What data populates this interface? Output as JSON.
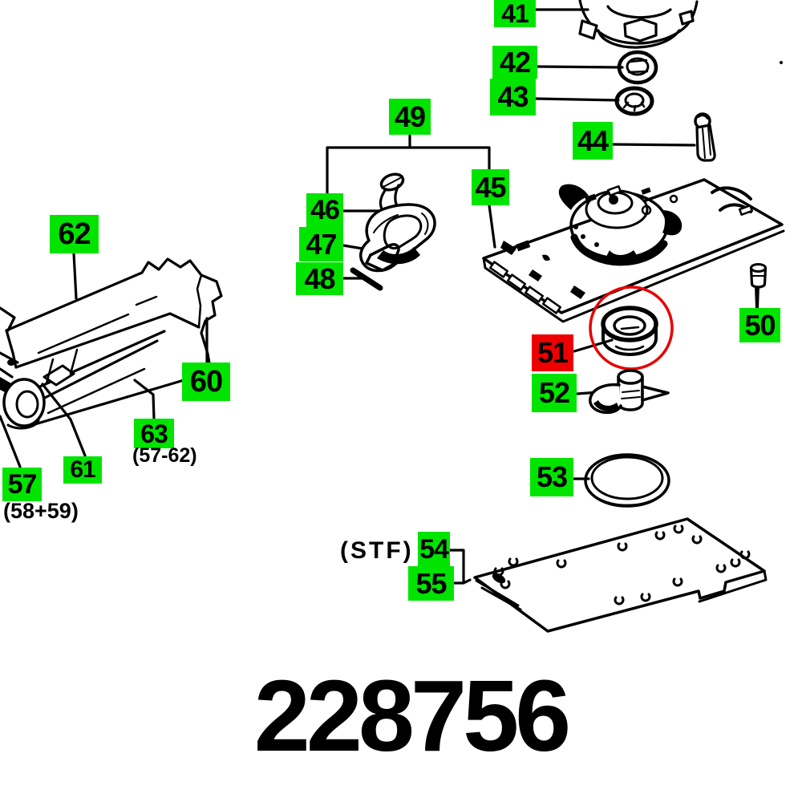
{
  "diagram": {
    "part_number": "228756",
    "highlighted_label": "51",
    "labels": {
      "l41": "41",
      "l42": "42",
      "l43": "43",
      "l44": "44",
      "l45": "45",
      "l46": "46",
      "l47": "47",
      "l48": "48",
      "l49": "49",
      "l50": "50",
      "l51": "51",
      "l52": "52",
      "l53": "53",
      "l54": "54",
      "l55": "55",
      "l57": "57",
      "l60": "60",
      "l61": "61",
      "l62": "62",
      "l63": "63"
    },
    "notes": {
      "stf": "(STF)",
      "group_63_range": "(57-62)",
      "group_57_range": "(58+59)"
    },
    "colors": {
      "label_bg_green": "#00e400",
      "label_bg_red": "#ee0000",
      "highlight_circle_red": "#e60000",
      "line": "#000000",
      "background": "#ffffff"
    }
  }
}
